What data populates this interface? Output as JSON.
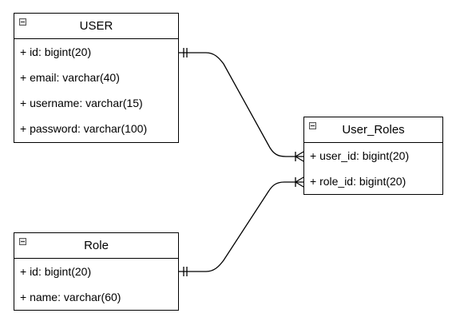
{
  "entities": {
    "user": {
      "title": "USER",
      "fields": [
        "+ id: bigint(20)",
        "+ email: varchar(40)",
        "+ username: varchar(15)",
        "+ password: varchar(100)"
      ]
    },
    "role": {
      "title": "Role",
      "fields": [
        "+ id: bigint(20)",
        "+ name: varchar(60)"
      ]
    },
    "user_roles": {
      "title": "User_Roles",
      "fields": [
        "+ user_id: bigint(20)",
        "+ role_id: bigint(20)"
      ]
    }
  },
  "relationships": [
    {
      "from": "USER.id",
      "to": "User_Roles.user_id",
      "from_cardinality": "one-and-only-one",
      "to_cardinality": "one-or-many"
    },
    {
      "from": "Role.id",
      "to": "User_Roles.role_id",
      "from_cardinality": "one-and-only-one",
      "to_cardinality": "one-or-many"
    }
  ],
  "colors": {
    "line": "#000000",
    "background": "#ffffff",
    "collapse_icon_fill": "#e6e6e6"
  }
}
